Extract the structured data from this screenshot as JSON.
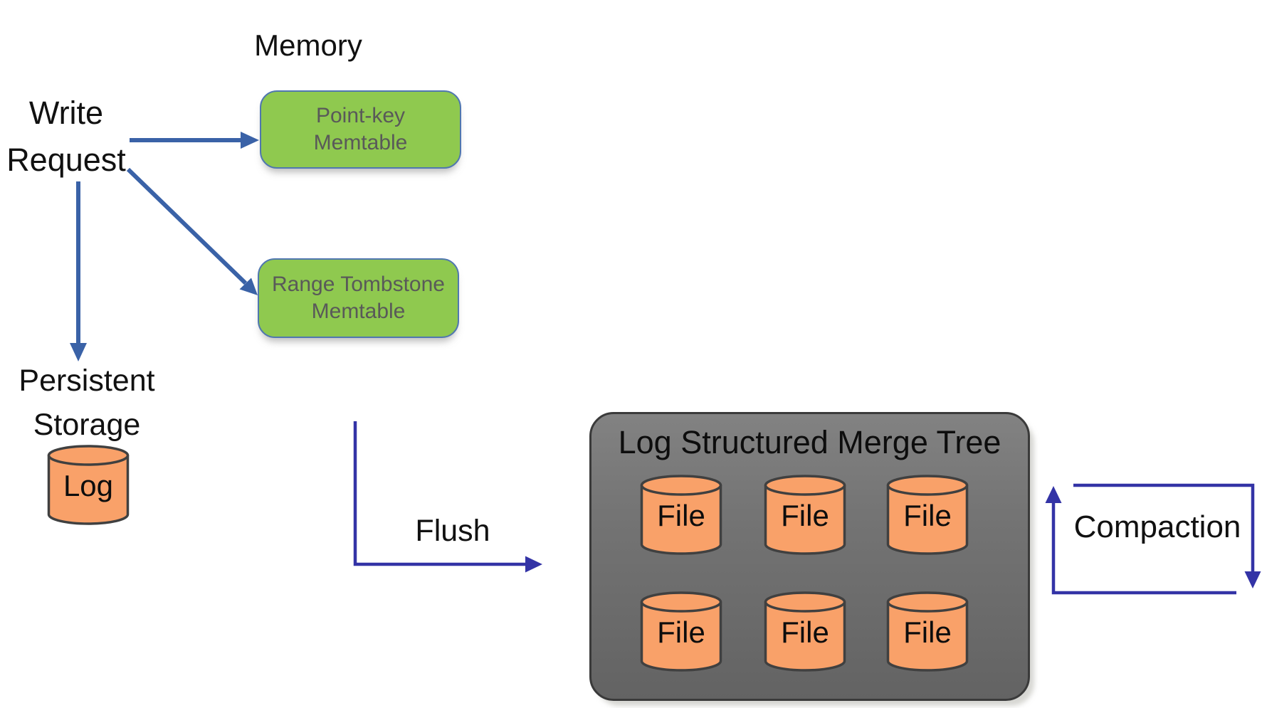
{
  "colors": {
    "memtable_green": "#8FC94F",
    "memtable_border": "#5077B0",
    "memtable_text": "#595959",
    "cylinder_orange": "#F9A169",
    "cylinder_border": "#404040",
    "lsm_border": "#3A3A3A",
    "arrow_steel_blue": "#3A62A7",
    "arrow_indigo": "#3333A6",
    "text_black": "#111111"
  },
  "labels": {
    "memory_title": "Memory",
    "write_request": {
      "line1": "Write",
      "line2": "Request"
    },
    "persistent_storage": {
      "line1": "Persistent",
      "line2": "Storage"
    },
    "log_cylinder": "Log",
    "flush": "Flush",
    "compaction": "Compaction"
  },
  "memtables": {
    "point_key": {
      "line1": "Point-key",
      "line2": "Memtable"
    },
    "range_tombstone": {
      "line1": "Range Tombstone",
      "line2": "Memtable"
    }
  },
  "lsm": {
    "title": "Log Structured Merge Tree",
    "files": [
      "File",
      "File",
      "File",
      "File",
      "File",
      "File"
    ]
  }
}
